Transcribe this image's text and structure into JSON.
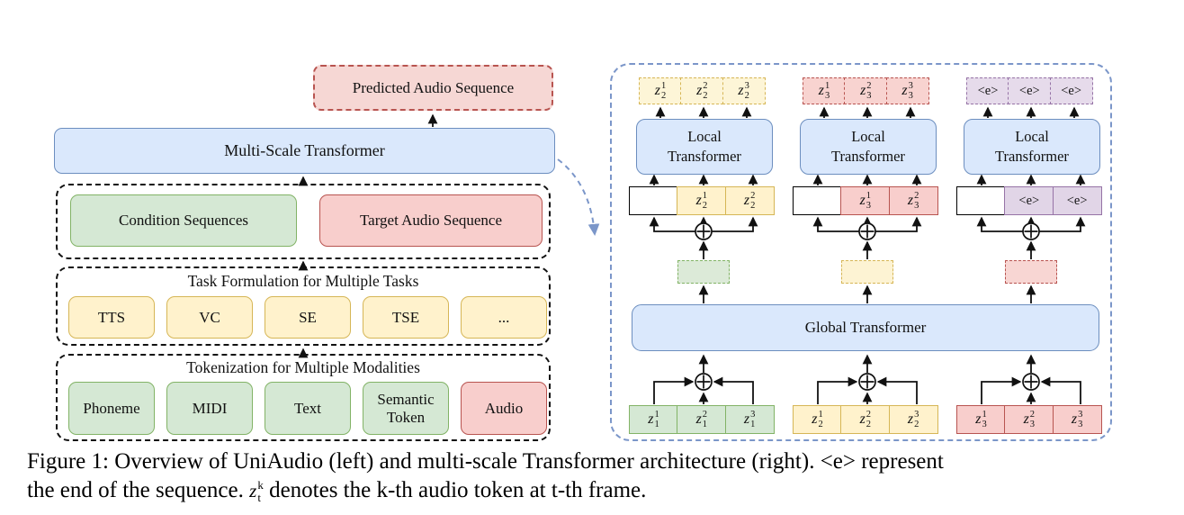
{
  "palette": {
    "blue_fill": "#dae8fc",
    "blue_border": "#6c8ebf",
    "green_fill": "#d5e8d4",
    "green_border": "#82b366",
    "yellow_fill": "#fff2cc",
    "yellow_border": "#d6b656",
    "red_fill": "#f8cecc",
    "red_border": "#b85450",
    "purple_fill": "#e1d5e7",
    "purple_border": "#9673a6",
    "panel_dash_border": "#7b96c9",
    "container_dash_border": "#111111"
  },
  "left": {
    "predicted_label": "Predicted Audio Sequence",
    "transformer_label": "Multi-Scale Transformer",
    "condition_label": "Condition Sequences",
    "target_label": "Target Audio Sequence",
    "tasks": {
      "title": "Task Formulation for Multiple Tasks",
      "items": [
        "TTS",
        "VC",
        "SE",
        "TSE",
        "..."
      ]
    },
    "tokenization": {
      "title": "Tokenization for Multiple Modalities",
      "items": [
        "Phoneme",
        "MIDI",
        "Text",
        "Semantic Token",
        "Audio"
      ]
    }
  },
  "right": {
    "local_line1": "Local",
    "local_line2": "Transformer",
    "global_label": "Global Transformer",
    "columns": [
      {
        "top_color": "yellow",
        "input_color": "yellow",
        "embed_color": "green",
        "bottom_color": "green",
        "top_tokens": [
          {
            "base": "z",
            "sup": "1",
            "sub": "2"
          },
          {
            "base": "z",
            "sup": "2",
            "sub": "2"
          },
          {
            "base": "z",
            "sup": "3",
            "sub": "2"
          }
        ],
        "input_tokens": [
          {
            "base": "z",
            "sup": "1",
            "sub": "2"
          },
          {
            "base": "z",
            "sup": "2",
            "sub": "2"
          }
        ],
        "bottom_tokens": [
          {
            "base": "z",
            "sup": "1",
            "sub": "1"
          },
          {
            "base": "z",
            "sup": "2",
            "sub": "1"
          },
          {
            "base": "z",
            "sup": "3",
            "sub": "1"
          }
        ]
      },
      {
        "top_color": "red",
        "input_color": "red",
        "embed_color": "yellow",
        "bottom_color": "yellow",
        "top_tokens": [
          {
            "base": "z",
            "sup": "1",
            "sub": "3"
          },
          {
            "base": "z",
            "sup": "2",
            "sub": "3"
          },
          {
            "base": "z",
            "sup": "3",
            "sub": "3"
          }
        ],
        "input_tokens": [
          {
            "base": "z",
            "sup": "1",
            "sub": "3"
          },
          {
            "base": "z",
            "sup": "2",
            "sub": "3"
          }
        ],
        "bottom_tokens": [
          {
            "base": "z",
            "sup": "1",
            "sub": "2"
          },
          {
            "base": "z",
            "sup": "2",
            "sub": "2"
          },
          {
            "base": "z",
            "sup": "3",
            "sub": "2"
          }
        ]
      },
      {
        "top_color": "purple",
        "input_color": "purple",
        "embed_color": "red",
        "bottom_color": "red",
        "top_tokens": [
          {
            "text": "<e>"
          },
          {
            "text": "<e>"
          },
          {
            "text": "<e>"
          }
        ],
        "input_tokens": [
          {
            "text": "<e>"
          },
          {
            "text": "<e>"
          }
        ],
        "bottom_tokens": [
          {
            "base": "z",
            "sup": "1",
            "sub": "3"
          },
          {
            "base": "z",
            "sup": "2",
            "sub": "3"
          },
          {
            "base": "z",
            "sup": "3",
            "sub": "3"
          }
        ]
      }
    ]
  },
  "caption": {
    "line1": "Figure 1: Overview of UniAudio (left) and multi-scale Transformer architecture (right). <e> represent",
    "line2_pre": "the end of the sequence. ",
    "token": {
      "base": "z",
      "sup": "k",
      "sub": "t"
    },
    "line2_post": " denotes the k-th audio token at t-th frame."
  }
}
